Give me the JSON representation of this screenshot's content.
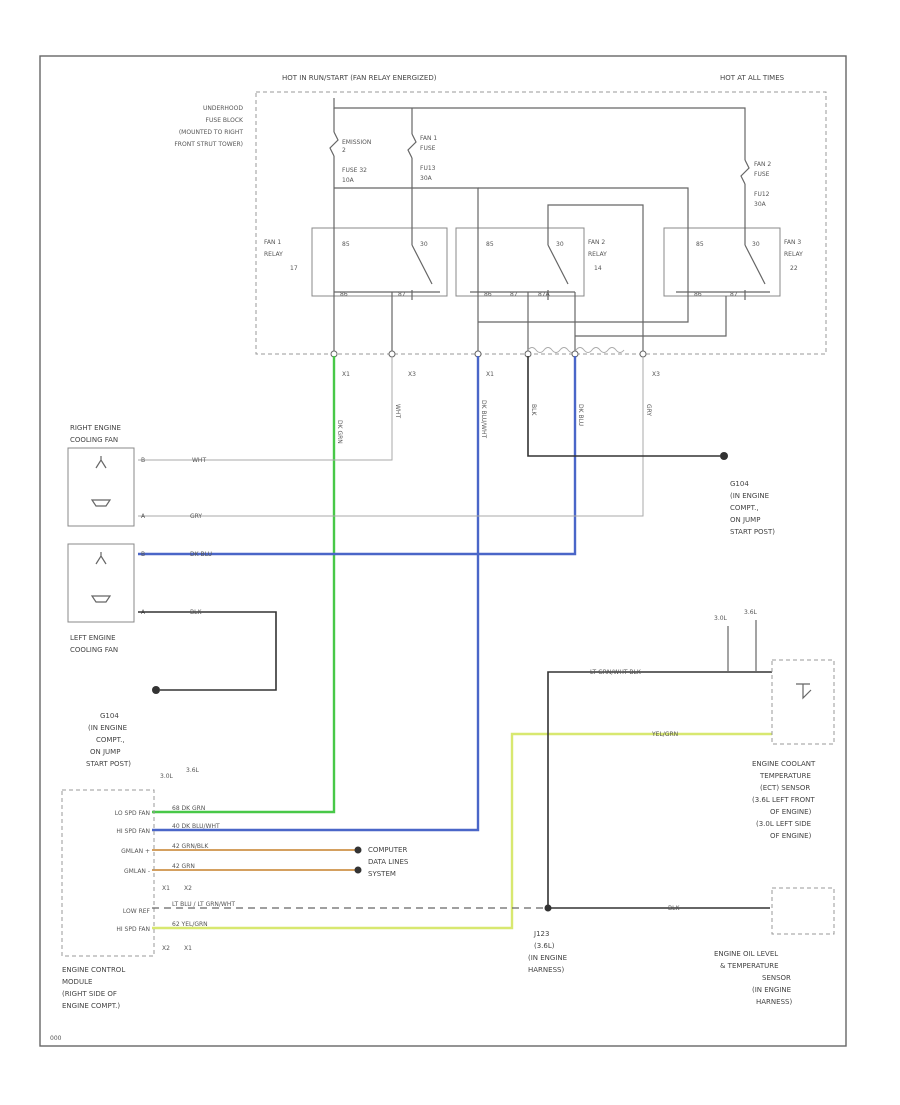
{
  "colors": {
    "green": "#48c848",
    "blue": "#4a66c8",
    "yellow": "#d8e870",
    "orange": "#d4a060",
    "black": "#333333",
    "gray": "#8a8a8a"
  },
  "labels": {
    "hot_in_run": "HOT IN RUN/START (FAN RELAY ENERGIZED)",
    "hot_at_all": "HOT AT ALL TIMES",
    "fuse_block": [
      "UNDERHOOD",
      "FUSE BLOCK",
      "(MOUNTED TO RIGHT",
      "FRONT STRUT TOWER)"
    ],
    "emission_fuse": [
      "EMISSION",
      "2",
      "FUSE 32",
      "10A"
    ],
    "fan1_fuse": [
      "FAN 1",
      "FUSE",
      "FU13",
      "30A"
    ],
    "fan2_fuse": [
      "FAN 2",
      "FUSE",
      "FU12",
      "30A"
    ],
    "fan1_relay": [
      "FAN 1",
      "RELAY",
      "17"
    ],
    "fan2_relay": [
      "FAN 2",
      "RELAY",
      "14"
    ],
    "fan3_relay": [
      "FAN 3",
      "RELAY",
      "22"
    ],
    "right_fan": [
      "RIGHT ENGINE",
      "COOLING FAN"
    ],
    "left_fan": [
      "LEFT ENGINE",
      "COOLING FAN"
    ],
    "g104_right": [
      "G104",
      "(IN ENGINE",
      "COMPT.,",
      "ON JUMP",
      "START POST)"
    ],
    "g104_left": [
      "G104",
      "(IN ENGINE",
      "COMPT.,",
      "ON JUMP",
      "START POST)"
    ],
    "ect_sensor": [
      "ENGINE COOLANT",
      "TEMPERATURE",
      "(ECT) SENSOR",
      "(3.6L LEFT FRONT",
      "OF ENGINE)",
      "(3.0L LEFT SIDE",
      "OF ENGINE)"
    ],
    "ecm": [
      "ENGINE CONTROL",
      "MODULE",
      "(RIGHT SIDE OF",
      "ENGINE COMPT.)"
    ],
    "ecm_pins": [
      "LO SPD FAN",
      "HI SPD FAN",
      "GMLAN +",
      "GMLAN -",
      "LOW REF",
      "HI SPD FAN"
    ],
    "computer_data": [
      "COMPUTER",
      "DATA LINES",
      "SYSTEM"
    ],
    "j123": [
      "J123",
      "(3.6L)",
      "(IN ENGINE",
      "HARNESS)"
    ],
    "oil_sensor": [
      "ENGINE OIL LEVEL",
      "& TEMPERATURE",
      "SENSOR",
      "(IN ENGINE",
      "HARNESS)"
    ],
    "wire_dk_grn": "DK GRN",
    "wire_dk_blu_wht": "DK BLU/WHT",
    "wire_blk": "BLK",
    "wire_wht": "WHT",
    "wire_gry": "GRY",
    "wire_dk_blu": "DK BLU",
    "wire_lt_grn_blk": "LT GRN/WHT BLK",
    "wire_yel_grn": "YEL/GRN",
    "ecm_wires": [
      "68 DK GRN",
      "40 DK BLU/WHT",
      "42 GRN/BLK",
      "42 GRN",
      "LT BLU / LT GRN/WHT",
      "62 YEL/GRN"
    ],
    "eng_30": "3.0L",
    "eng_36": "3.6L",
    "relay_30": "30",
    "relay_85": "85",
    "relay_86": "86",
    "relay_87": "87",
    "relay_87a": "87A",
    "conn_x1": "X1",
    "conn_x2": "X2",
    "conn_x3": "X3",
    "pin_a": "A",
    "pin_b": "B",
    "footer": "000"
  }
}
